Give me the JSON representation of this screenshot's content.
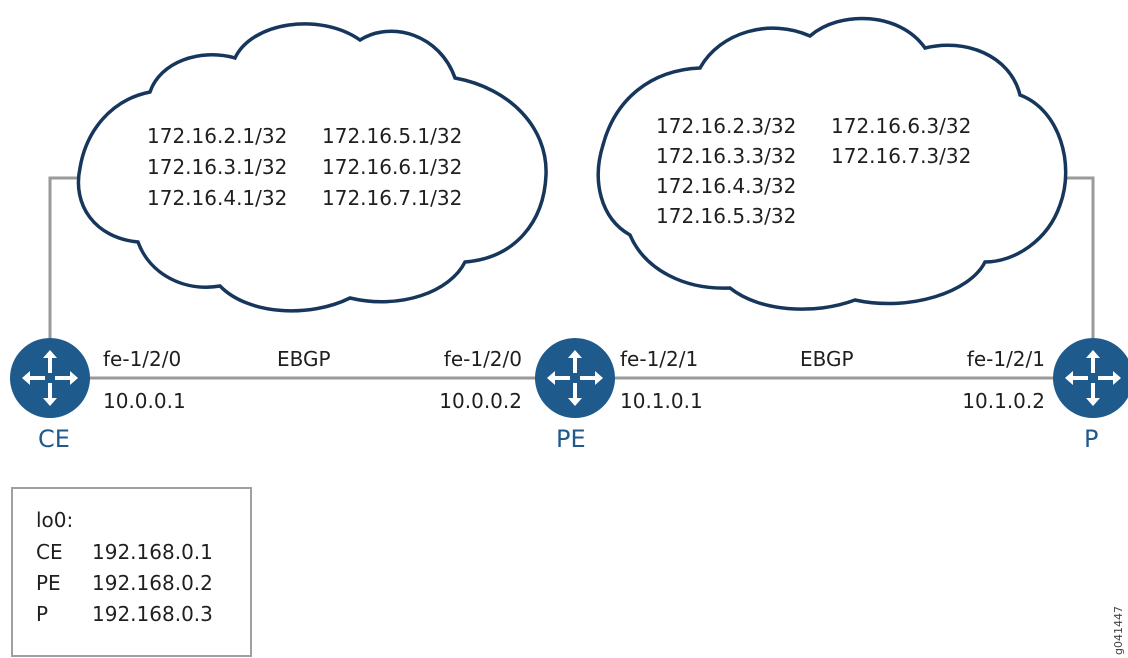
{
  "clouds": {
    "left": {
      "routes_col1": [
        "172.16.2.1/32",
        "172.16.3.1/32",
        "172.16.4.1/32"
      ],
      "routes_col2": [
        "172.16.5.1/32",
        "172.16.6.1/32",
        "172.16.7.1/32"
      ]
    },
    "right": {
      "routes_col1": [
        "172.16.2.3/32",
        "172.16.3.3/32",
        "172.16.4.3/32",
        "172.16.5.3/32"
      ],
      "routes_col2": [
        "172.16.6.3/32",
        "172.16.7.3/32"
      ]
    }
  },
  "devices": {
    "ce": {
      "label": "CE"
    },
    "pe": {
      "label": "PE"
    },
    "p": {
      "label": "P"
    }
  },
  "links": [
    {
      "protocol": "EBGP",
      "left_if": "fe-1/2/0",
      "left_ip": "10.0.0.1",
      "right_if": "fe-1/2/0",
      "right_ip": "10.0.0.2"
    },
    {
      "protocol": "EBGP",
      "left_if": "fe-1/2/1",
      "left_ip": "10.1.0.1",
      "right_if": "fe-1/2/1",
      "right_ip": "10.1.0.2"
    }
  ],
  "loopback": {
    "title": "lo0:",
    "rows": [
      {
        "device": "CE",
        "address": "192.168.0.1"
      },
      {
        "device": "PE",
        "address": "192.168.0.2"
      },
      {
        "device": "P",
        "address": "192.168.0.3"
      }
    ]
  },
  "figure_id": "g041447",
  "colors": {
    "router": "#1e5a8c",
    "cloud_stroke": "#16365c",
    "line": "#9a9a9a"
  }
}
